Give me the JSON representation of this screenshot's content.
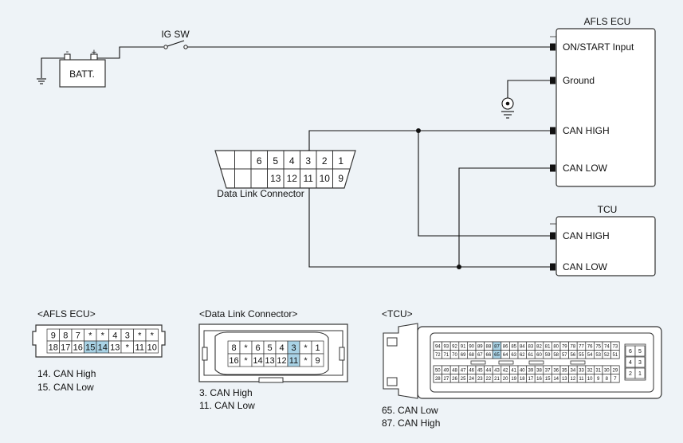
{
  "ig_sw": "IG SW",
  "batt": "BATT.",
  "afls": {
    "title": "AFLS ECU",
    "pins": [
      "ON/START  Input",
      "Ground",
      "CAN HIGH",
      "CAN LOW"
    ]
  },
  "tcu": {
    "title": "TCU",
    "pins": [
      "CAN HIGH",
      "CAN LOW"
    ]
  },
  "dlc": {
    "label": "Data Link Connector",
    "top_row": [
      "",
      "",
      "6",
      "5",
      "4",
      "3",
      "2",
      "1"
    ],
    "bot_row": [
      "",
      "",
      "",
      "13",
      "12",
      "11",
      "10",
      "9"
    ]
  },
  "conn_afls": {
    "title": "<AFLS ECU>",
    "row1": [
      "9",
      "8",
      "7",
      "*",
      "*",
      "4",
      "3",
      "*",
      "*"
    ],
    "row2": [
      "18",
      "17",
      "16",
      "15",
      "14",
      "13",
      "*",
      "11",
      "10"
    ],
    "highlight": [
      "15",
      "14"
    ],
    "notes": [
      "14. CAN High",
      "15. CAN Low"
    ]
  },
  "conn_dlc": {
    "title": "<Data Link Connector>",
    "row1": [
      "8",
      "*",
      "6",
      "5",
      "4",
      "3",
      "*",
      "1"
    ],
    "row2": [
      "16",
      "*",
      "14",
      "13",
      "12",
      "11",
      "*",
      "9"
    ],
    "highlight": [
      "3",
      "11"
    ],
    "notes": [
      "3. CAN High",
      "11. CAN Low"
    ]
  },
  "conn_tcu": {
    "title": "<TCU>",
    "row1": [
      "94",
      "93",
      "92",
      "91",
      "90",
      "89",
      "88",
      "87",
      "86",
      "85",
      "84",
      "83",
      "82",
      "81",
      "80",
      "79",
      "78",
      "77",
      "76",
      "75",
      "74",
      "73"
    ],
    "row2": [
      "72",
      "71",
      "70",
      "69",
      "68",
      "67",
      "66",
      "65",
      "64",
      "63",
      "62",
      "61",
      "60",
      "59",
      "58",
      "57",
      "56",
      "55",
      "54",
      "53",
      "52",
      "51"
    ],
    "row3": [
      "50",
      "49",
      "48",
      "47",
      "46",
      "45",
      "44",
      "43",
      "42",
      "41",
      "40",
      "39",
      "38",
      "37",
      "36",
      "35",
      "34",
      "33",
      "32",
      "31",
      "30",
      "29"
    ],
    "row4": [
      "28",
      "27",
      "26",
      "25",
      "24",
      "23",
      "22",
      "21",
      "20",
      "19",
      "18",
      "17",
      "16",
      "15",
      "14",
      "13",
      "12",
      "11",
      "10",
      "9",
      "8",
      "7"
    ],
    "side": [
      "6",
      "5",
      "4",
      "3",
      "2",
      "1"
    ],
    "highlight": [
      "87",
      "65"
    ],
    "notes": [
      "65. CAN Low",
      "87. CAN High"
    ]
  },
  "colors": {
    "highlight": "#a9d3e6",
    "wire": "#111111",
    "background": "#eef3f7"
  }
}
